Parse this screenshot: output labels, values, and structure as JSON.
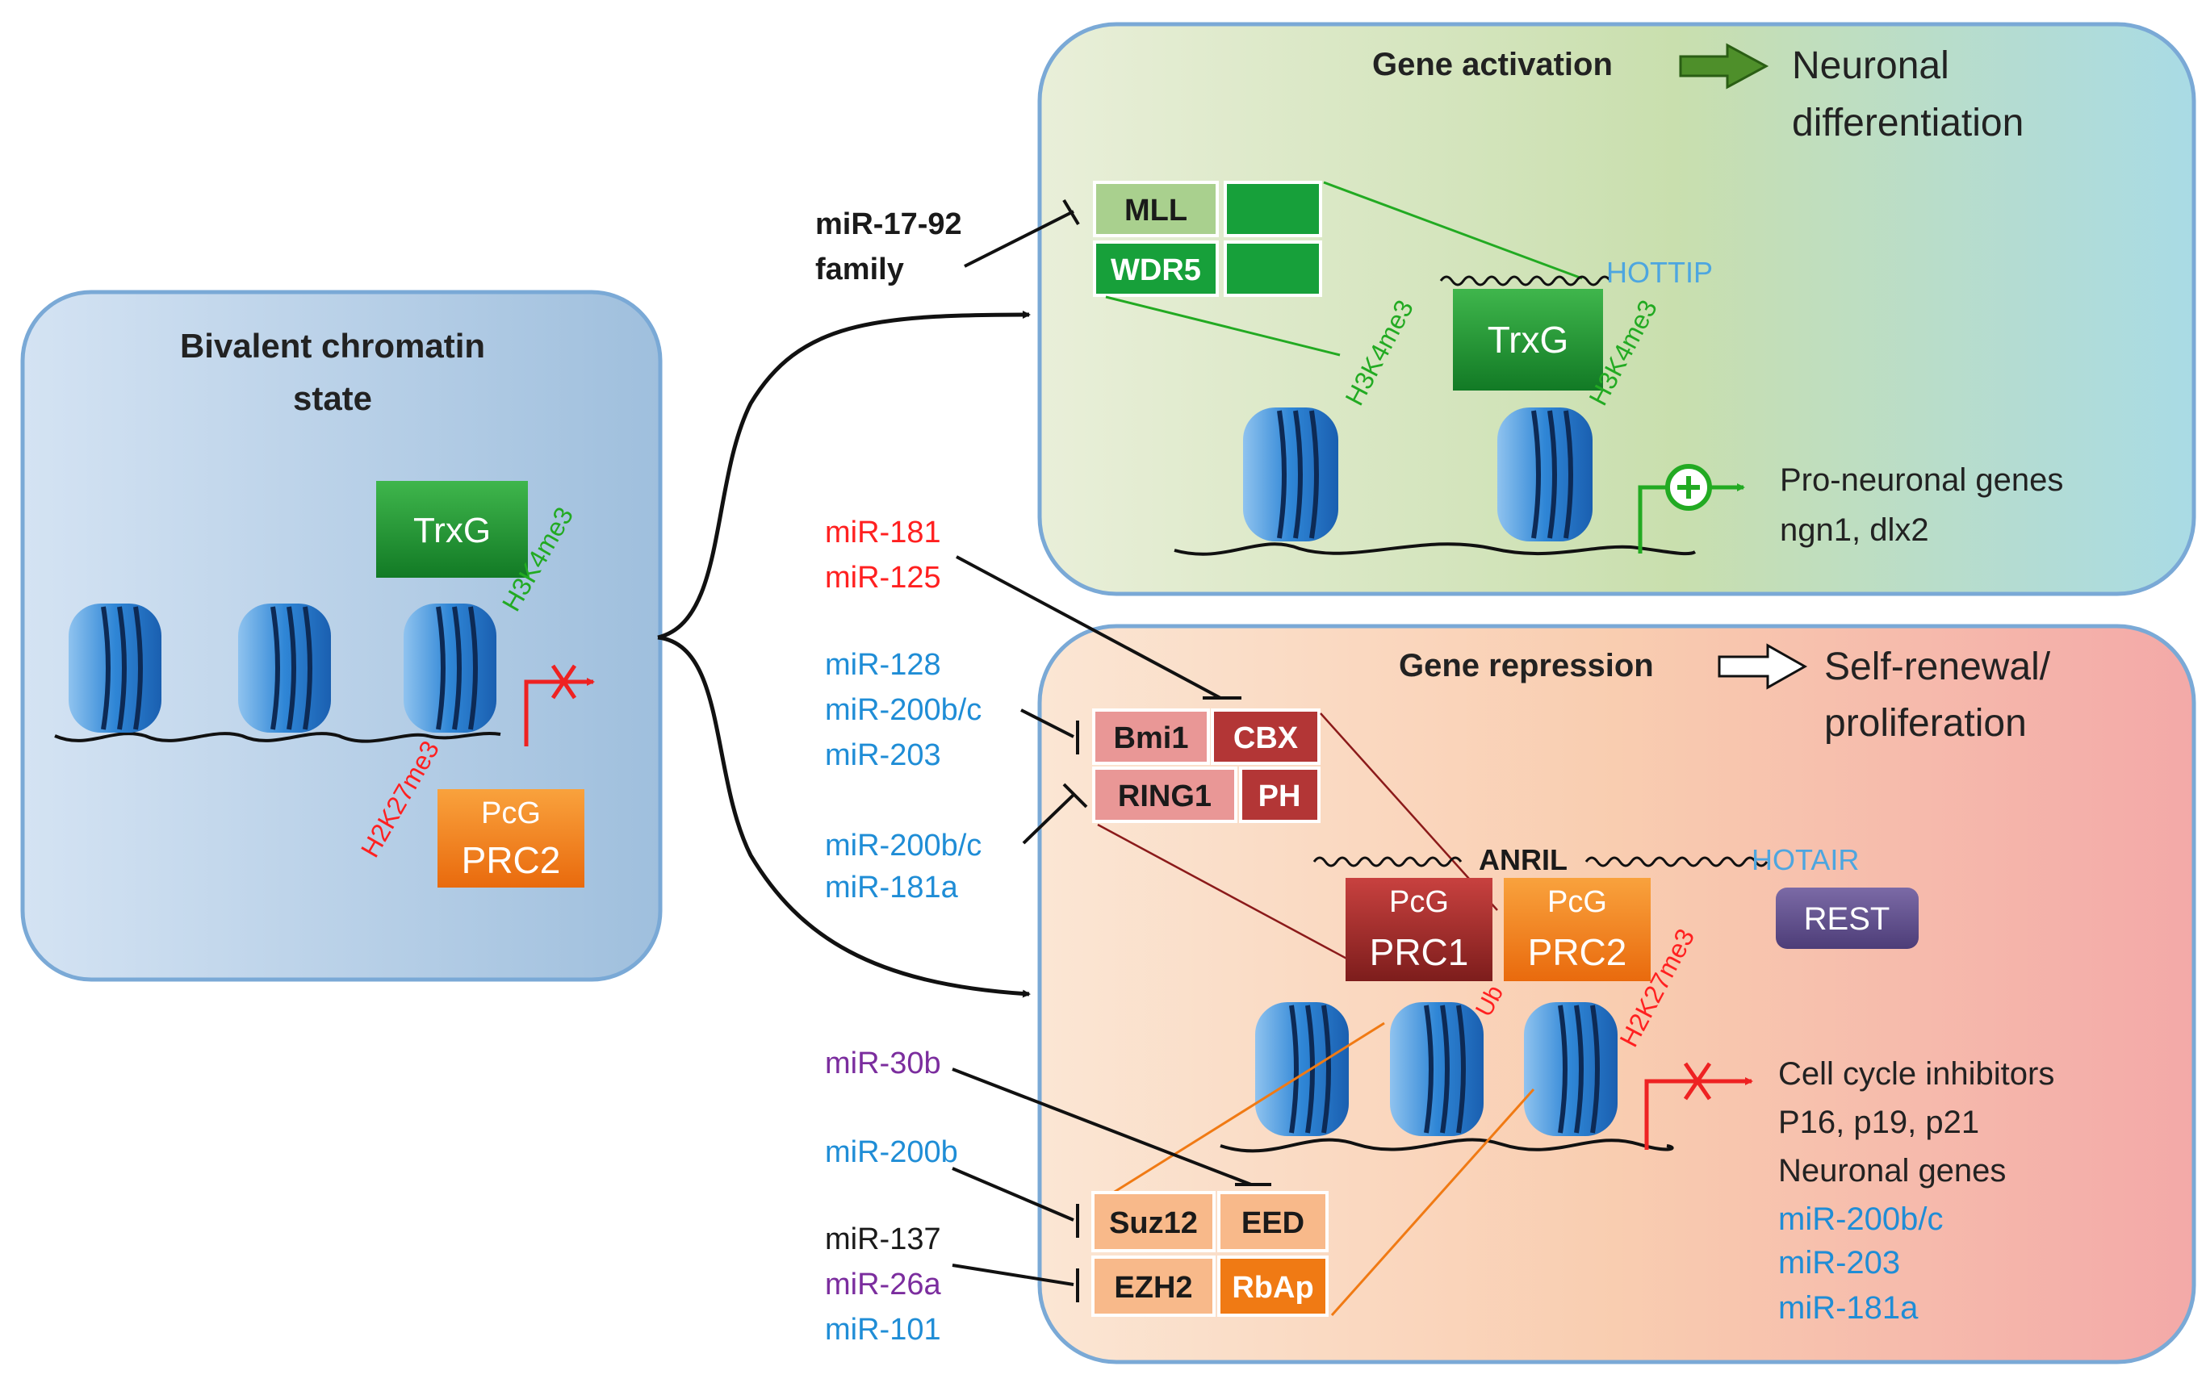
{
  "colors": {
    "mir_black": "#1a1a1a",
    "mir_red": "#ff2020",
    "mir_blue": "#1f8dd6",
    "mir_purple": "#7b2d9e",
    "mark_green": "#22aa22",
    "mark_red": "#ff2020",
    "hottip_blue": "#4da6e0"
  },
  "bivalent": {
    "title_line1": "Bivalent chromatin",
    "title_line2": "state",
    "trxg": "TrxG",
    "h3k4me3": "H3K4me3",
    "h2k27me3": "H2K27me3",
    "pcg": "PcG",
    "prc2": "PRC2"
  },
  "activation": {
    "heading": "Gene activation",
    "outcome_line1": "Neuronal",
    "outcome_line2": "differentiation",
    "mll": "MLL",
    "wdr5": "WDR5",
    "hottip": "HOTTIP",
    "trxg": "TrxG",
    "h3k4me3_left": "H3K4me3",
    "h3k4me3_right": "H3K4me3",
    "genes_line1": "Pro-neuronal genes",
    "genes_line2": "ngn1, dlx2"
  },
  "repression": {
    "heading": "Gene repression",
    "outcome_line1": "Self-renewal/",
    "outcome_line2": "proliferation",
    "bmi1": "Bmi1",
    "cbx": "CBX",
    "ring1": "RING1",
    "ph": "PH",
    "anril": "ANRIL",
    "hotair": "HOTAIR",
    "prc1_top": "PcG",
    "prc1": "PRC1",
    "prc2_top": "PcG",
    "prc2": "PRC2",
    "rest": "REST",
    "ub": "Ub",
    "h2k27me3": "H2K27me3",
    "suz12": "Suz12",
    "eed": "EED",
    "ezh2": "EZH2",
    "rbap": "RbAp",
    "genes_line1": "Cell cycle inhibitors",
    "genes_line2": "P16, p19, p21",
    "genes_line3": "Neuronal genes",
    "genes_mir1": "miR-200b/c",
    "genes_mir2": "miR-203",
    "genes_mir3": "miR-181a"
  },
  "mirnas": {
    "mir17_line1": "miR-17-92",
    "mir17_line2": "family",
    "mir181": "miR-181",
    "mir125": "miR-125",
    "mir128": "miR-128",
    "mir200bc_1": "miR-200b/c",
    "mir203": "miR-203",
    "mir200bc_2": "miR-200b/c",
    "mir181a": "miR-181a",
    "mir30b": "miR-30b",
    "mir200b": "miR-200b",
    "mir137": "miR-137",
    "mir26a": "miR-26a",
    "mir101": "miR-101"
  }
}
